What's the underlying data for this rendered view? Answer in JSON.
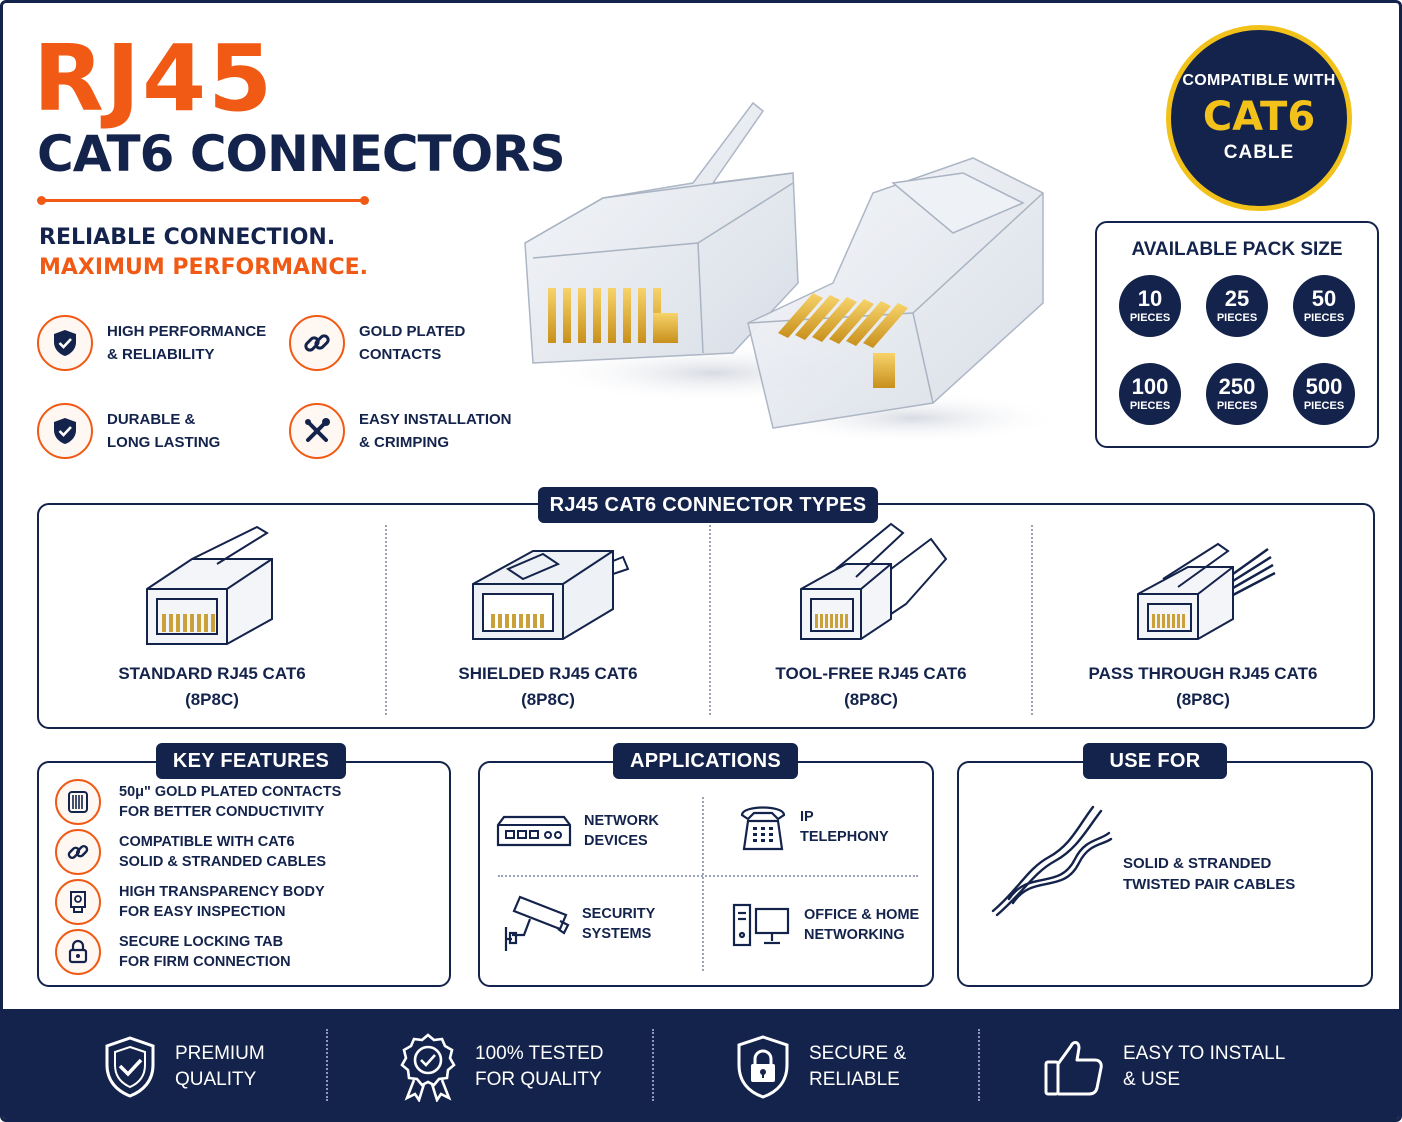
{
  "header": {
    "title": "RJ45",
    "subtitle": "CAT6 CONNECTORS",
    "tagline_1": "RELIABLE CONNECTION.",
    "tagline_2": "MAXIMUM PERFORMANCE."
  },
  "top_features": [
    {
      "icon": "shield-check-icon",
      "label": "HIGH PERFORMANCE\n& RELIABILITY"
    },
    {
      "icon": "chain-link-icon",
      "label": "GOLD PLATED\nCONTACTS"
    },
    {
      "icon": "shield-check-icon",
      "label": "DURABLE &\nLONG LASTING"
    },
    {
      "icon": "tools-icon",
      "label": "EASY INSTALLATION\n& CRIMPING"
    }
  ],
  "badge": {
    "line_1": "COMPATIBLE WITH",
    "line_2": "CAT6",
    "line_3": "CABLE"
  },
  "pack_sizes": {
    "title": "AVAILABLE PACK SIZE",
    "unit": "PIECES",
    "values": [
      "10",
      "25",
      "50",
      "100",
      "250",
      "500"
    ]
  },
  "connector_types": {
    "title": "RJ45 CAT6 CONNECTOR TYPES",
    "items": [
      {
        "name": "STANDARD RJ45 CAT6",
        "code": "(8P8C)"
      },
      {
        "name": "SHIELDED RJ45 CAT6",
        "code": "(8P8C)"
      },
      {
        "name": "TOOL-FREE RJ45 CAT6",
        "code": "(8P8C)"
      },
      {
        "name": "PASS THROUGH RJ45 CAT6",
        "code": "(8P8C)"
      }
    ]
  },
  "key_features": {
    "title": "KEY FEATURES",
    "items": [
      {
        "icon": "contact-pins-icon",
        "label": "50μ\" GOLD PLATED CONTACTS\nFOR BETTER CONDUCTIVITY"
      },
      {
        "icon": "chain-link-icon",
        "label": "COMPATIBLE WITH CAT6\nSOLID & STRANDED CABLES"
      },
      {
        "icon": "connector-body-icon",
        "label": "HIGH TRANSPARENCY BODY\nFOR EASY INSPECTION"
      },
      {
        "icon": "padlock-icon",
        "label": "SECURE LOCKING TAB\nFOR FIRM CONNECTION"
      }
    ]
  },
  "applications": {
    "title": "APPLICATIONS",
    "items": [
      {
        "icon": "network-switch-icon",
        "label": "NETWORK\nDEVICES"
      },
      {
        "icon": "ip-phone-icon",
        "label": "IP\nTELEPHONY"
      },
      {
        "icon": "security-camera-icon",
        "label": "SECURITY\nSYSTEMS"
      },
      {
        "icon": "desktop-computer-icon",
        "label": "OFFICE & HOME\nNETWORKING"
      }
    ]
  },
  "use_for": {
    "title": "USE FOR",
    "icon": "twisted-pair-cable-icon",
    "label": "SOLID & STRANDED\nTWISTED PAIR CABLES"
  },
  "footer": [
    {
      "icon": "shield-check-icon",
      "label": "PREMIUM\nQUALITY"
    },
    {
      "icon": "award-ribbon-icon",
      "label": "100% TESTED\nFOR QUALITY"
    },
    {
      "icon": "shield-lock-icon",
      "label": "SECURE &\nRELIABLE"
    },
    {
      "icon": "thumbs-up-icon",
      "label": "EASY TO INSTALL\n& USE"
    }
  ],
  "colors": {
    "navy": "#14234b",
    "orange": "#f05a14",
    "gold": "#f2c21b"
  }
}
